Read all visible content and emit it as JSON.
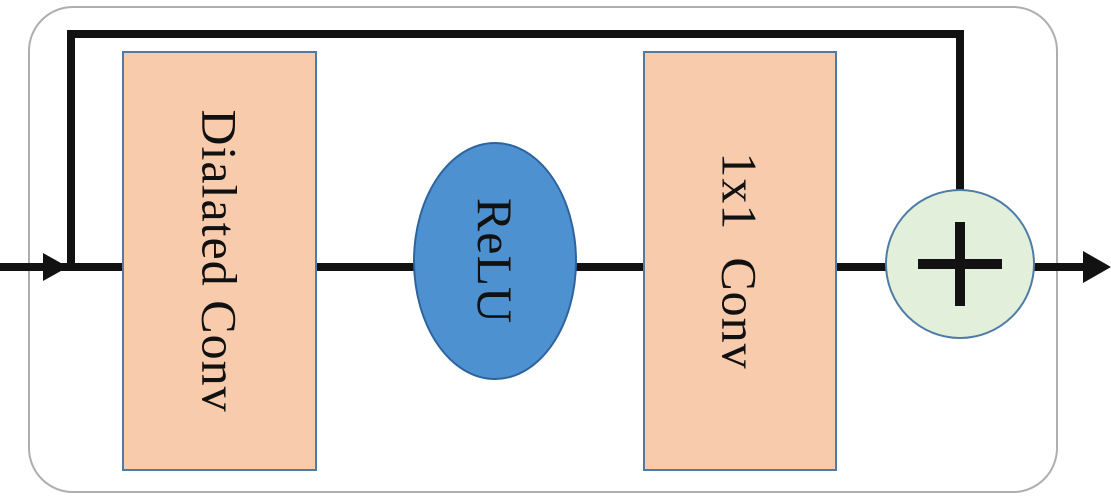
{
  "diagram": {
    "type": "residual-block",
    "nodes": {
      "dialated_conv": {
        "label": "Dialated Conv",
        "shape": "rectangle",
        "fill": "#F8CBAD",
        "border": "#4E7CA6"
      },
      "relu": {
        "label": "ReLU",
        "shape": "ellipse",
        "fill": "#4E91D1",
        "border": "#2E649E"
      },
      "conv_1x1": {
        "label": "1x1  Conv",
        "shape": "rectangle",
        "fill": "#F8CBAD",
        "border": "#4E7CA6"
      },
      "sum": {
        "symbol": "+",
        "shape": "circle",
        "fill": "#E2EFDA",
        "border": "#4E7CA6"
      }
    },
    "edges": [
      {
        "from": "input",
        "to": "dialated_conv",
        "type": "arrow"
      },
      {
        "from": "dialated_conv",
        "to": "relu",
        "type": "line"
      },
      {
        "from": "relu",
        "to": "conv_1x1",
        "type": "line"
      },
      {
        "from": "conv_1x1",
        "to": "sum",
        "type": "line"
      },
      {
        "from": "input",
        "to": "sum",
        "type": "skip-connection"
      },
      {
        "from": "sum",
        "to": "output",
        "type": "arrow"
      }
    ],
    "colors": {
      "connector": "#121212",
      "frame_border": "#AEAEAE",
      "background": "#FFFFFF"
    }
  }
}
